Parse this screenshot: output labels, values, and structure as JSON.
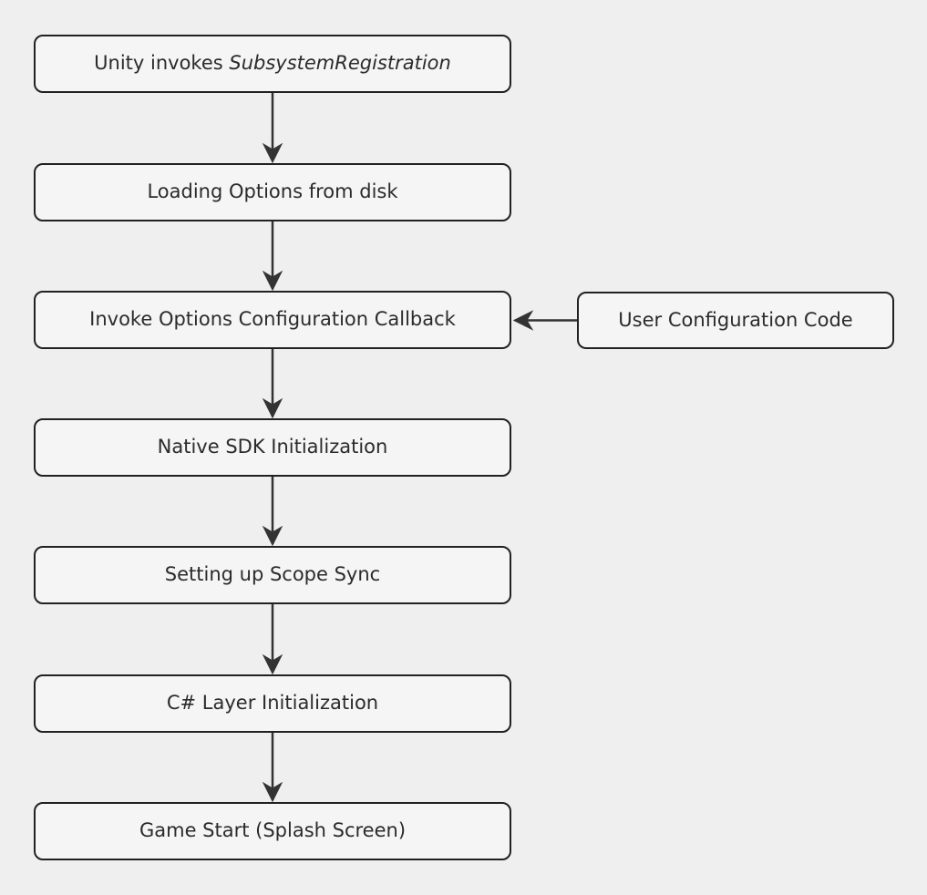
{
  "diagram": {
    "type": "flowchart",
    "direction": "top-down",
    "colors": {
      "background": "#efefef",
      "node_fill": "#f5f5f5",
      "node_border": "#212121",
      "arrow": "#333333",
      "text": "#2b2b2b"
    },
    "nodes": {
      "unity": {
        "prefix": "Unity invokes ",
        "emphasis": "SubsystemRegistration"
      },
      "loading": {
        "label": "Loading Options from disk"
      },
      "invoke": {
        "label": "Invoke Options Configuration Callback"
      },
      "user_config": {
        "label": "User Configuration Code"
      },
      "native_sdk": {
        "label": "Native SDK Initialization"
      },
      "scope_sync": {
        "label": "Setting up Scope Sync"
      },
      "csharp": {
        "label": "C# Layer Initialization"
      },
      "game_start": {
        "label": "Game Start (Splash Screen)"
      }
    },
    "edges": [
      {
        "from": "unity",
        "to": "loading",
        "style": "arrow-down"
      },
      {
        "from": "loading",
        "to": "invoke",
        "style": "arrow-down"
      },
      {
        "from": "user_config",
        "to": "invoke",
        "style": "arrow-left"
      },
      {
        "from": "invoke",
        "to": "native_sdk",
        "style": "arrow-down"
      },
      {
        "from": "native_sdk",
        "to": "scope_sync",
        "style": "arrow-down"
      },
      {
        "from": "scope_sync",
        "to": "csharp",
        "style": "arrow-down"
      },
      {
        "from": "csharp",
        "to": "game_start",
        "style": "arrow-down"
      }
    ]
  }
}
